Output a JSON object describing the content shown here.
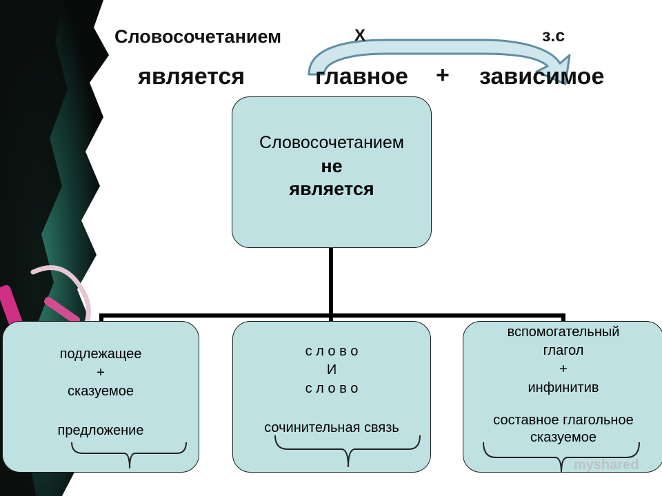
{
  "header": {
    "line1": {
      "left": "Словосочетанием",
      "mid": "X",
      "right": "з.с"
    },
    "line2": {
      "left": "является",
      "main": "главное",
      "plus": "+",
      "dep": "зависимое"
    }
  },
  "top_box": {
    "line1": "Словосочетанием",
    "line2": "не",
    "line3": "является"
  },
  "boxes": [
    {
      "lines": [
        "подлежащее",
        "+",
        "сказуемое"
      ],
      "caption": "предложение"
    },
    {
      "lines": [
        "с л о в о",
        "И",
        "с л о в о"
      ],
      "caption": "сочинительная связь"
    },
    {
      "lines": [
        "вспомогательный",
        "глагол",
        "+",
        "инфинитив"
      ],
      "caption": "составное глагольное",
      "caption2": "сказуемое"
    }
  ],
  "colors": {
    "box_fill": "#bfe1e2",
    "arrow_fill": "#cfe6ec",
    "arrow_stroke": "#5f8ea0",
    "connector": "#000000"
  },
  "watermark": "myshared"
}
